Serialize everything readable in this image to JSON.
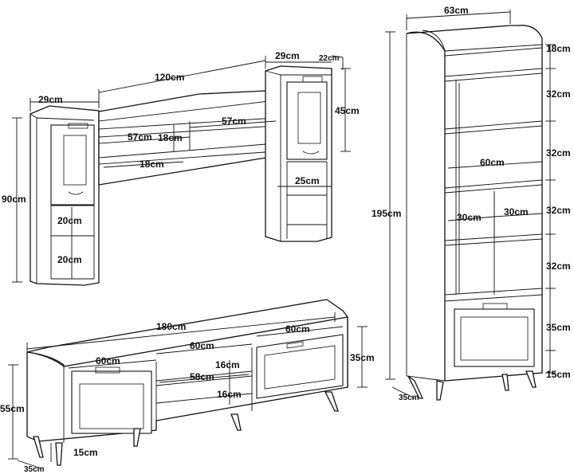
{
  "wall_unit": {
    "total_width": "120cm",
    "cabinet_left_width": "29cm",
    "cabinet_right_width": "29cm",
    "cabinet_right_depth": "22cm",
    "height": "90cm",
    "upper_height": "45cm",
    "shelf_left_width": "57cm",
    "shelf_right_width": "57cm",
    "shelf_gap": "18cm",
    "bridge_depth": "18cm",
    "right_lower_width": "25cm",
    "left_lower_shelf_1": "20cm",
    "left_lower_shelf_2": "20cm"
  },
  "bookcase": {
    "width": "63cm",
    "height": "195cm",
    "depth": "35cm",
    "top_shelf": "18cm",
    "shelf_1": "32cm",
    "shelf_2": "32cm",
    "shelf_3": "32cm",
    "shelf_4": "32cm",
    "drawer": "35cm",
    "legs": "15cm",
    "inner_width": "60cm",
    "left_compartment": "30cm",
    "right_compartment": "30cm"
  },
  "tv_unit": {
    "width": "180cm",
    "left_section": "60cm",
    "middle_section": "60cm",
    "right_section": "60cm",
    "inner_width": "58cm",
    "shelf_upper": "16cm",
    "shelf_lower": "16cm",
    "body_height": "35cm",
    "total_height": "55cm",
    "legs": "15cm",
    "depth": "35cm"
  }
}
